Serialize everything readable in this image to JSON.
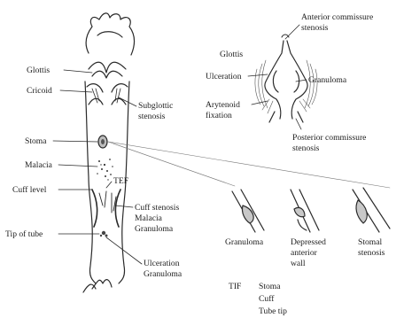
{
  "labels": {
    "glottis_left": "Glottis",
    "cricoid": "Cricoid",
    "subglottic_1": "Subglottic",
    "subglottic_2": "stenosis",
    "stoma": "Stoma",
    "malacia": "Malacia",
    "cuff_level": "Cuff level",
    "tef": "TEF",
    "cuff_stenosis": "Cuff stenosis",
    "malacia_2": "Malacia",
    "granuloma_cuff": "Granuloma",
    "tip_of_tube": "Tip of tube",
    "ulceration_bottom": "Ulceration",
    "granuloma_bottom": "Granuloma"
  },
  "glottic_view": {
    "anterior_1": "Anterior commissure",
    "anterior_2": "stenosis",
    "glottis": "Glottis",
    "ulceration": "Ulceration",
    "granuloma": "Granuloma",
    "arytenoid_1": "Arytenoid",
    "arytenoid_2": "fixation",
    "posterior_1": "Posterior commissure",
    "posterior_2": "stenosis"
  },
  "stoma_views": {
    "granuloma": "Granuloma",
    "depressed_1": "Depressed",
    "depressed_2": "anterior",
    "depressed_3": "wall",
    "stomal_1": "Stomal",
    "stomal_2": "stenosis"
  },
  "tif": {
    "label": "TIF",
    "item1": "Stoma",
    "item2": "Cuff",
    "item3": "Tube tip"
  }
}
